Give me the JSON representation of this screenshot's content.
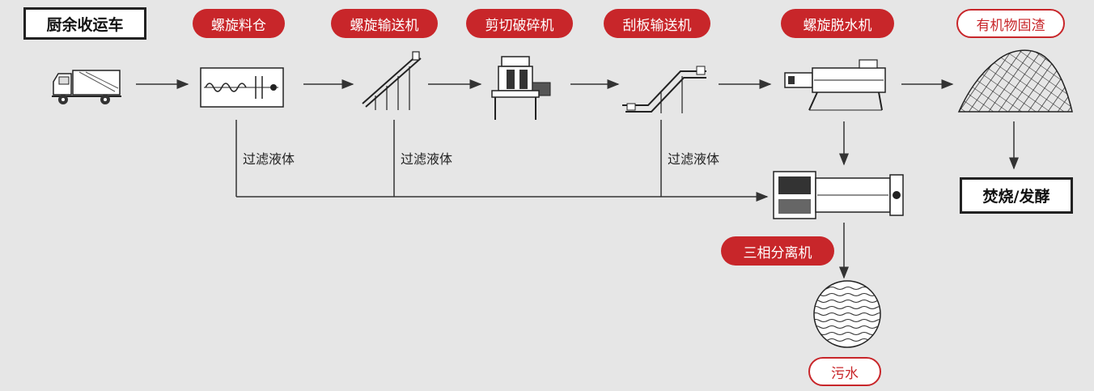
{
  "start_label": "厨余收运车",
  "steps": {
    "hopper": "螺旋料仓",
    "screw_conveyor": "螺旋输送机",
    "shredder": "剪切破碎机",
    "scraper_conveyor": "刮板输送机",
    "dewater": "螺旋脱水机",
    "residue": "有机物固渣"
  },
  "filtrate_labels": [
    "过滤液体",
    "过滤液体",
    "过滤液体"
  ],
  "separator": "三相分离机",
  "wastewater": "污水",
  "end_label": "焚烧/发酵",
  "colors": {
    "accent_red": "#c8262a",
    "background": "#e6e6e6",
    "line": "#333333"
  }
}
